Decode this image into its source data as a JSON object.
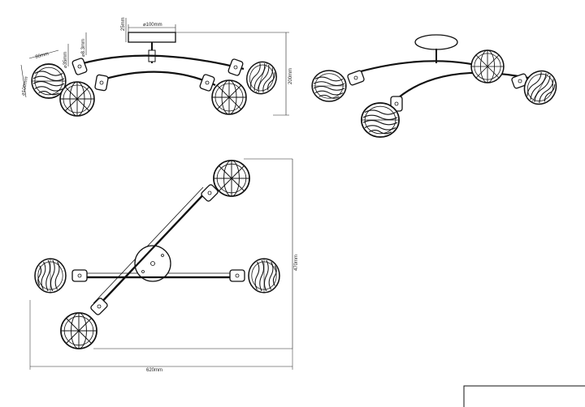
{
  "views": {
    "side": {
      "dims": {
        "mount_height": "25mm",
        "canopy_diameter": "⌀100mm",
        "arm_diameter": "⌀8.3mm",
        "socket_diameter": "⌀35mm",
        "shade_length": "80mm",
        "shade_diameter": "⌀100mm",
        "total_height": "200mm"
      }
    },
    "perspective": {},
    "top": {
      "dims": {
        "width": "620mm",
        "depth": "470mm"
      }
    }
  }
}
